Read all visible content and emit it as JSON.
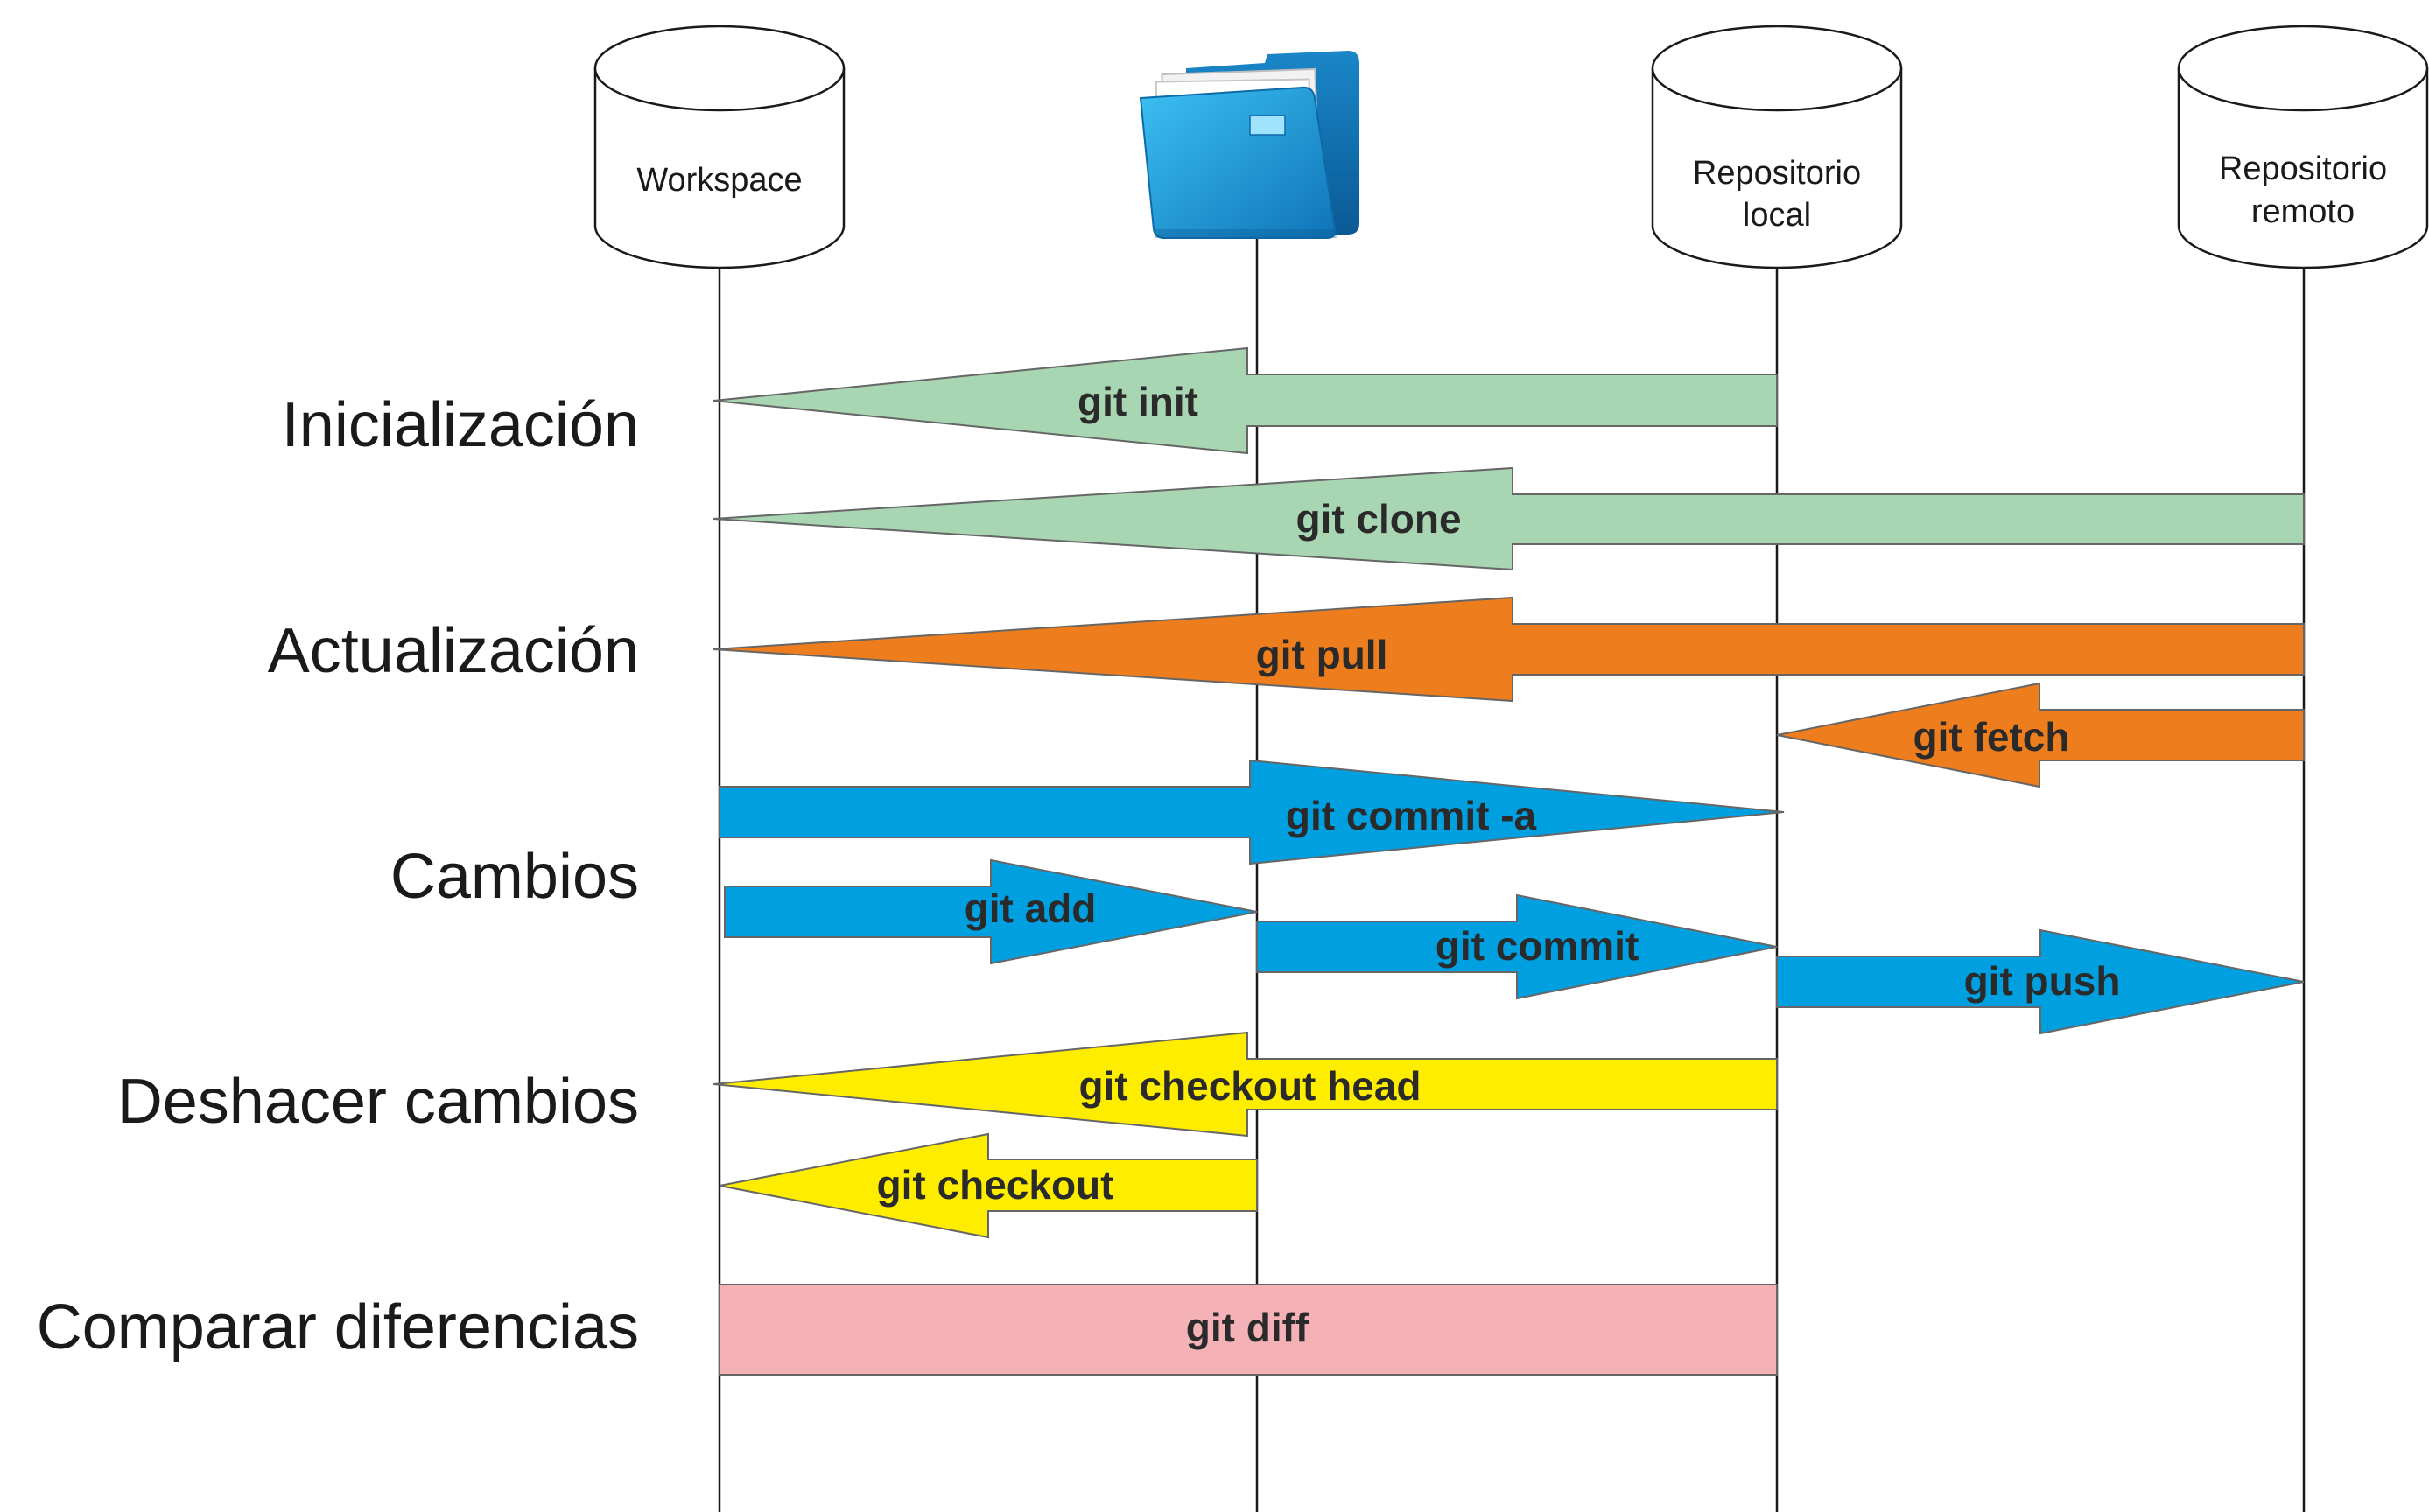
{
  "participants": {
    "workspace": {
      "lines": [
        "Workspace"
      ]
    },
    "index": {
      "icon": "folder-icon"
    },
    "local": {
      "lines": [
        "Repositorio",
        "local"
      ]
    },
    "remote": {
      "lines": [
        "Repositorio",
        "remoto"
      ]
    }
  },
  "sections": {
    "init": "Inicialización",
    "update": "Actualización",
    "changes": "Cambios",
    "undo": "Deshacer cambios",
    "compare": "Comparar diferencias"
  },
  "commands": {
    "init": "git init",
    "clone": "git clone",
    "pull": "git pull",
    "fetch": "git fetch",
    "commit_a": "git commit -a",
    "add": "git add",
    "commit": "git commit",
    "push": "git push",
    "checkout_head": "git checkout head",
    "checkout": "git checkout",
    "diff": "git diff"
  },
  "colors": {
    "init": "#a8d5b2",
    "update": "#ee7d1d",
    "changes": "#00a0e0",
    "undo": "#ffed00",
    "compare": "#f4b2b7",
    "folder": "#1b8fd0"
  }
}
